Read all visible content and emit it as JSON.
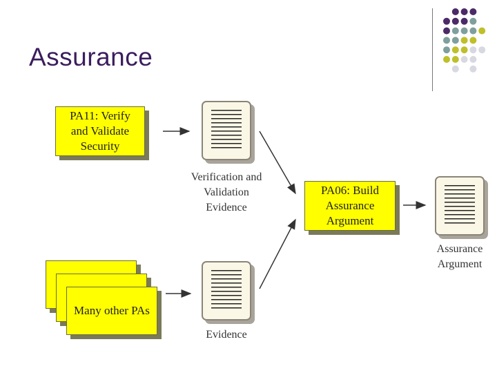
{
  "slide": {
    "title": "Assurance"
  },
  "diagram": {
    "pa11_box": "PA11: Verify and Validate Security",
    "other_pas_box": "Many other PAs",
    "pa06_box": "PA06: Build Assurance Argument",
    "vv_evidence_label": "Verification and Validation Evidence",
    "evidence_label": "Evidence",
    "assurance_argument_label": "Assurance Argument"
  },
  "colors": {
    "title": "#3b1d5e",
    "box_fill": "#ffff00",
    "dot_purple": "#4b2a67",
    "dot_teal": "#7f9f9c",
    "dot_olive": "#bfbf2a",
    "dot_grey": "#d8d8e2"
  }
}
